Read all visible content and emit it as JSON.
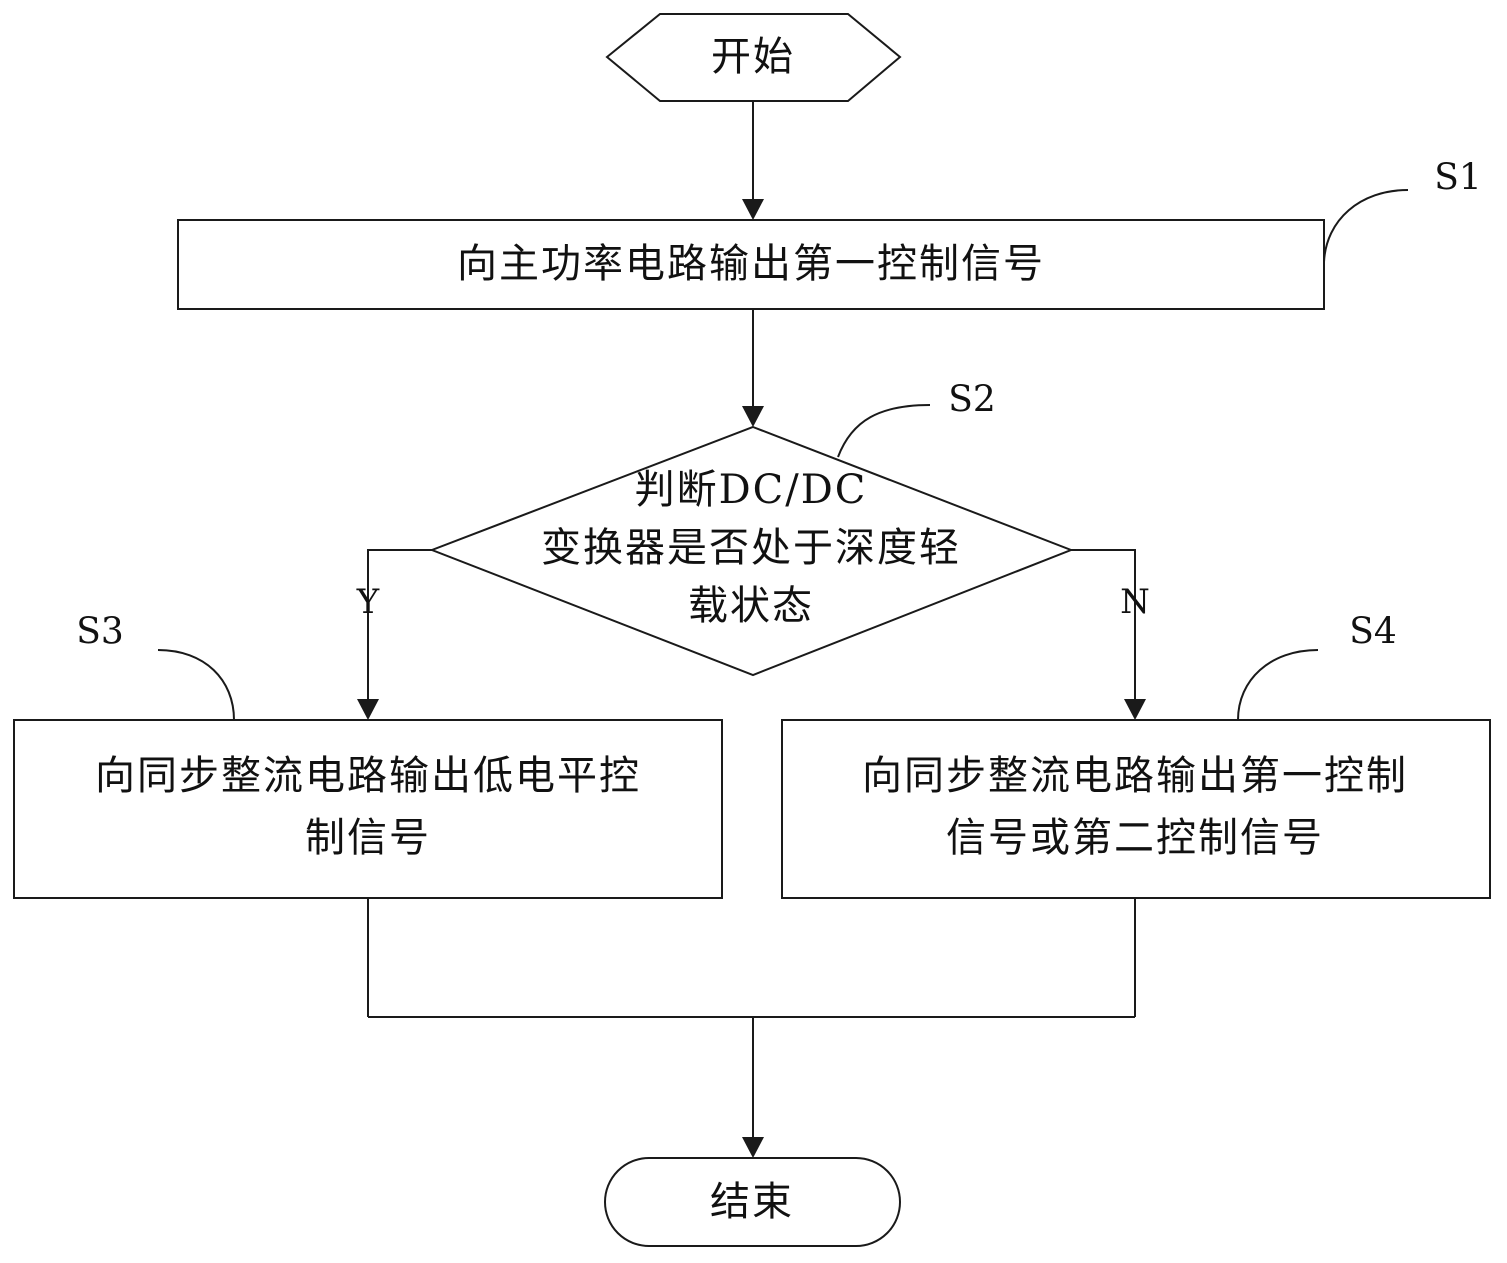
{
  "start": {
    "text": "开始"
  },
  "end": {
    "text": "结束"
  },
  "steps": {
    "s1": {
      "label": "S1",
      "lines": [
        "向主功率电路输出第一控制信号"
      ]
    },
    "s2": {
      "label": "S2",
      "lines": [
        "判断DC/DC",
        "变换器是否处于深度轻",
        "载状态"
      ]
    },
    "s3": {
      "label": "S3",
      "lines": [
        "向同步整流电路输出低电平控",
        "制信号"
      ]
    },
    "s4": {
      "label": "S4",
      "lines": [
        "向同步整流电路输出第一控制",
        "信号或第二控制信号"
      ]
    }
  },
  "branches": {
    "yes": "Y",
    "no": "N"
  }
}
